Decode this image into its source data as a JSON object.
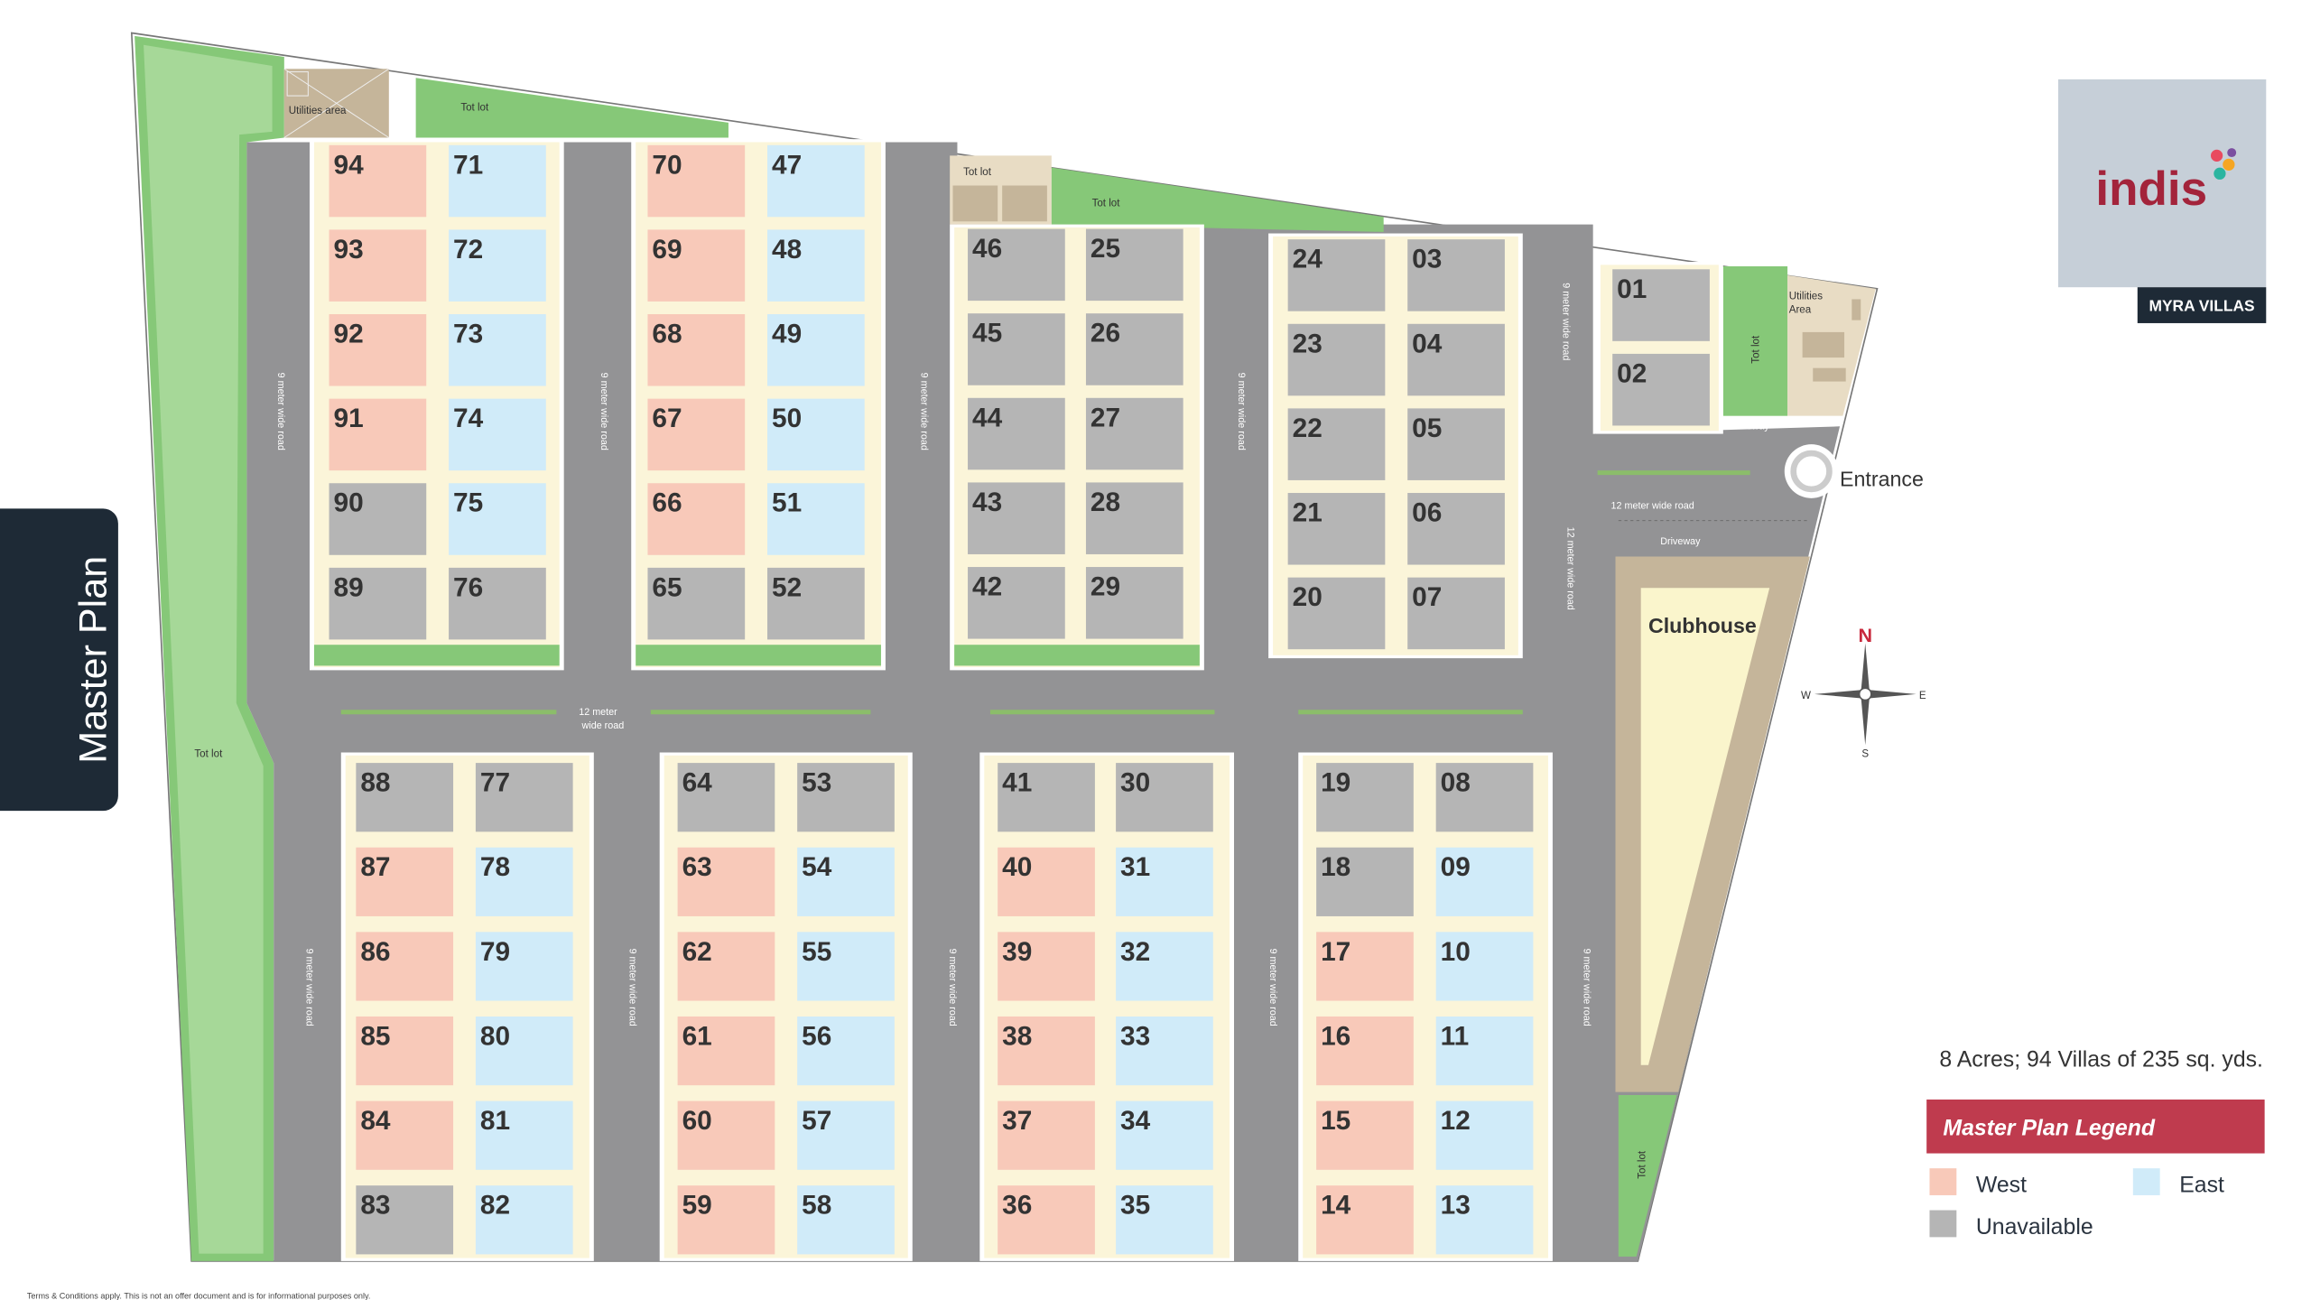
{
  "brand": {
    "logo_text": "indis",
    "project_name": "MYRA VILLAS"
  },
  "side_tab": {
    "label": "Master Plan"
  },
  "summary": "8 Acres; 94 Villas of 235 sq. yds.",
  "legend": {
    "title": "Master Plan Legend",
    "items": [
      {
        "label": "West",
        "color": "#f8c9b9"
      },
      {
        "label": "East",
        "color": "#d0ebf9"
      },
      {
        "label": "Unavailable",
        "color": "#b5b5b5"
      }
    ]
  },
  "colors": {
    "W": "#f8c9b9",
    "E": "#d0ebf9",
    "U": "#b5b5b5",
    "road": "#939395",
    "green": "#86c878",
    "cream": "#fbf5d9",
    "accent": "#bf3b4e"
  },
  "labels": {
    "utilities_area_1": "Utilities area",
    "tot_lot": "Tot lot",
    "utilities_area_2_l1": "Utilities",
    "utilities_area_2_l2": "Area",
    "driveway": "Driveway",
    "entrance": "Entrance",
    "clubhouse": "Clubhouse",
    "road_9m": "9 meter wide road",
    "road_12m": "12 meter wide road",
    "road_12m_l1": "12 meter",
    "road_12m_l2": "wide road"
  },
  "compass": {
    "n": "N",
    "s": "S",
    "e": "E",
    "w": "W"
  },
  "footer": "Terms & Conditions apply. This is not an offer document and is for informational purposes only.",
  "blocks": [
    {
      "left": [
        [
          "94",
          "W"
        ],
        [
          "93",
          "W"
        ],
        [
          "92",
          "W"
        ],
        [
          "91",
          "W"
        ],
        [
          "90",
          "U"
        ],
        [
          "89",
          "U"
        ]
      ],
      "right": [
        [
          "71",
          "E"
        ],
        [
          "72",
          "E"
        ],
        [
          "73",
          "E"
        ],
        [
          "74",
          "E"
        ],
        [
          "75",
          "E"
        ],
        [
          "76",
          "U"
        ]
      ]
    },
    {
      "left": [
        [
          "70",
          "W"
        ],
        [
          "69",
          "W"
        ],
        [
          "68",
          "W"
        ],
        [
          "67",
          "W"
        ],
        [
          "66",
          "W"
        ],
        [
          "65",
          "U"
        ]
      ],
      "right": [
        [
          "47",
          "E"
        ],
        [
          "48",
          "E"
        ],
        [
          "49",
          "E"
        ],
        [
          "50",
          "E"
        ],
        [
          "51",
          "E"
        ],
        [
          "52",
          "U"
        ]
      ]
    },
    {
      "left": [
        [
          "46",
          "U"
        ],
        [
          "45",
          "U"
        ],
        [
          "44",
          "U"
        ],
        [
          "43",
          "U"
        ],
        [
          "42",
          "U"
        ]
      ],
      "right": [
        [
          "25",
          "U"
        ],
        [
          "26",
          "U"
        ],
        [
          "27",
          "U"
        ],
        [
          "28",
          "U"
        ],
        [
          "29",
          "U"
        ]
      ]
    },
    {
      "left": [
        [
          "24",
          "U"
        ],
        [
          "23",
          "U"
        ],
        [
          "22",
          "U"
        ],
        [
          "21",
          "U"
        ],
        [
          "20",
          "U"
        ]
      ],
      "right": [
        [
          "03",
          "U"
        ],
        [
          "04",
          "U"
        ],
        [
          "05",
          "U"
        ],
        [
          "06",
          "U"
        ],
        [
          "07",
          "U"
        ]
      ]
    },
    {
      "left": [
        [
          "01",
          "U"
        ],
        [
          "02",
          "U"
        ]
      ],
      "right": []
    },
    {
      "left": [
        [
          "88",
          "U"
        ],
        [
          "87",
          "W"
        ],
        [
          "86",
          "W"
        ],
        [
          "85",
          "W"
        ],
        [
          "84",
          "W"
        ],
        [
          "83",
          "U"
        ]
      ],
      "right": [
        [
          "77",
          "U"
        ],
        [
          "78",
          "E"
        ],
        [
          "79",
          "E"
        ],
        [
          "80",
          "E"
        ],
        [
          "81",
          "E"
        ],
        [
          "82",
          "E"
        ]
      ]
    },
    {
      "left": [
        [
          "64",
          "U"
        ],
        [
          "63",
          "W"
        ],
        [
          "62",
          "W"
        ],
        [
          "61",
          "W"
        ],
        [
          "60",
          "W"
        ],
        [
          "59",
          "W"
        ]
      ],
      "right": [
        [
          "53",
          "U"
        ],
        [
          "54",
          "E"
        ],
        [
          "55",
          "E"
        ],
        [
          "56",
          "E"
        ],
        [
          "57",
          "E"
        ],
        [
          "58",
          "E"
        ]
      ]
    },
    {
      "left": [
        [
          "41",
          "U"
        ],
        [
          "40",
          "W"
        ],
        [
          "39",
          "W"
        ],
        [
          "38",
          "W"
        ],
        [
          "37",
          "W"
        ],
        [
          "36",
          "W"
        ]
      ],
      "right": [
        [
          "30",
          "U"
        ],
        [
          "31",
          "E"
        ],
        [
          "32",
          "E"
        ],
        [
          "33",
          "E"
        ],
        [
          "34",
          "E"
        ],
        [
          "35",
          "E"
        ]
      ]
    },
    {
      "left": [
        [
          "19",
          "U"
        ],
        [
          "18",
          "U"
        ],
        [
          "17",
          "W"
        ],
        [
          "16",
          "W"
        ],
        [
          "15",
          "W"
        ],
        [
          "14",
          "W"
        ]
      ],
      "right": [
        [
          "08",
          "U"
        ],
        [
          "09",
          "E"
        ],
        [
          "10",
          "E"
        ],
        [
          "11",
          "E"
        ],
        [
          "12",
          "E"
        ],
        [
          "13",
          "E"
        ]
      ]
    }
  ]
}
